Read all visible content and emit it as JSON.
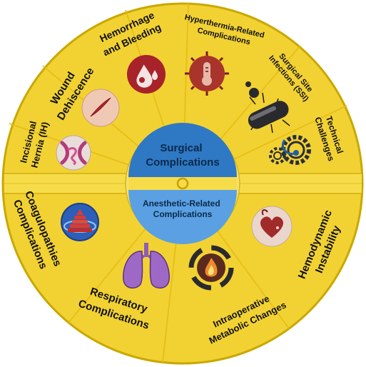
{
  "colors": {
    "wheel": "#f2d233",
    "wheel_edge": "#c9a800",
    "divider": "#e9c21a",
    "hub_top": "#2f78c4",
    "hub_bottom": "#5aa0e2",
    "hub_ring": "#f5e070",
    "band": "#f7dc4a"
  },
  "hub": {
    "top_label": "Surgical Complications",
    "bottom_label": "Anesthetic-Related Complications"
  },
  "segments_top": [
    {
      "label": "Incisional Hernia (IH)",
      "icon": "hernia-icon"
    },
    {
      "label": "Wound Dehiscence",
      "icon": "wound-icon"
    },
    {
      "label": "Hemorrhage and Bleeding",
      "icon": "blood-drop-icon"
    },
    {
      "label": "Hyperthermia-Related Complications",
      "icon": "thermometer-icon"
    },
    {
      "label": "Surgical Site Infections (SSI)",
      "icon": "bacteria-icon"
    },
    {
      "label": "Technical Challenges",
      "icon": "gears-stethoscope-icon"
    }
  ],
  "segments_bottom": [
    {
      "label": "Coagulopathies Complications",
      "icon": "coagulation-icon"
    },
    {
      "label": "Respiratory Complications",
      "icon": "lungs-icon"
    },
    {
      "label": "Intraoperative Metabolic Changes",
      "icon": "metabolism-cycle-icon"
    },
    {
      "label": "Hemodynamic Instability",
      "icon": "heart-icon"
    }
  ]
}
